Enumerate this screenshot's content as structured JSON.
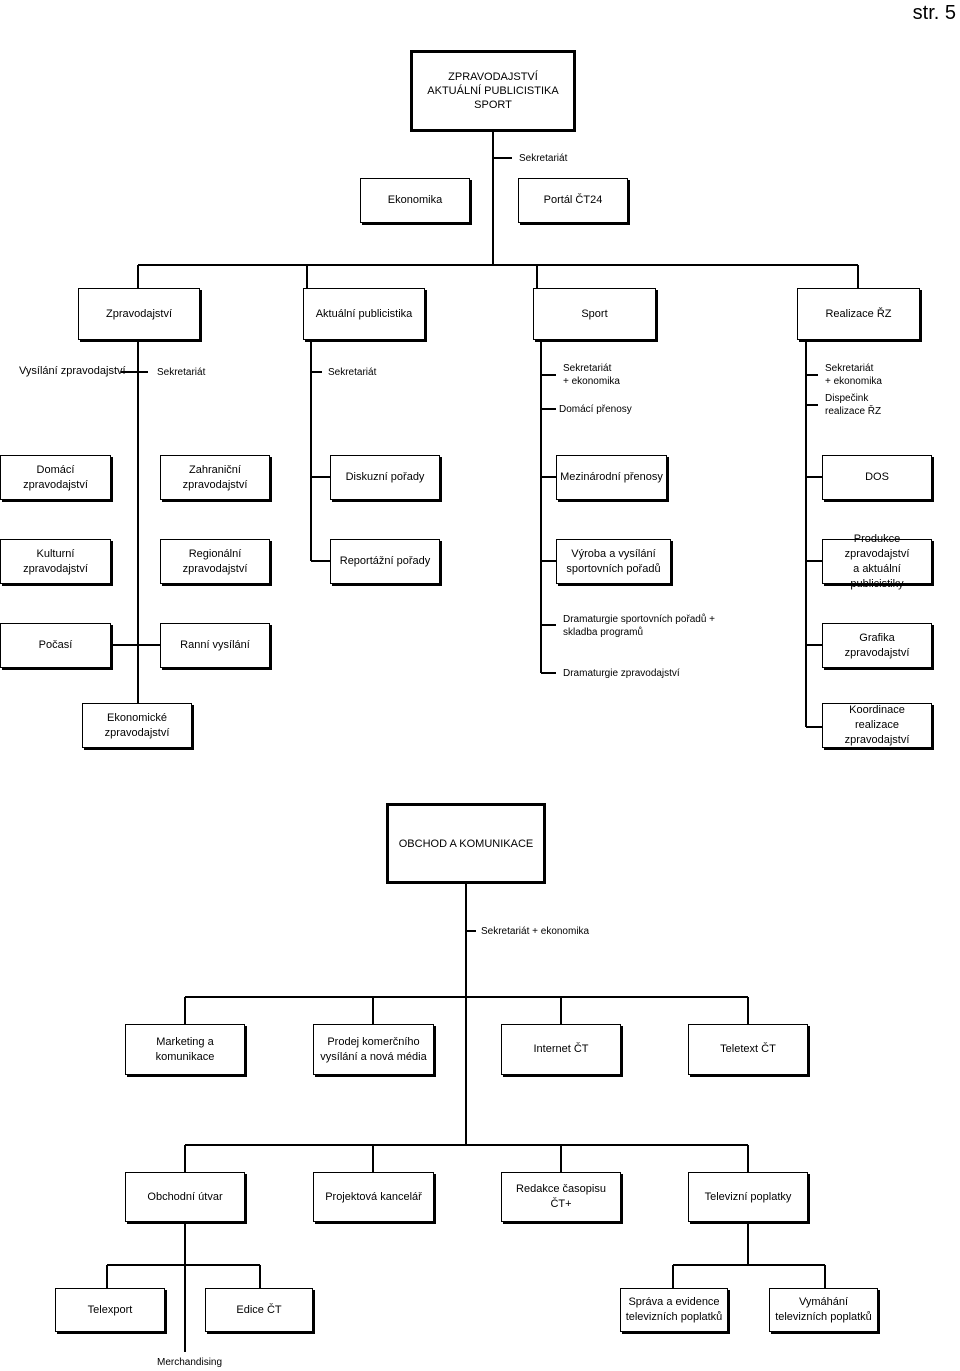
{
  "page_number": "str. 5",
  "chart1": {
    "top": "ZPRAVODAJSTVÍ\nAKTUÁLNÍ PUBLICISTIKA\nSPORT",
    "sekretariat": "Sekretariát",
    "ekonomika": "Ekonomika",
    "portal": "Portál ČT24",
    "zpravodajstvi": {
      "title": "Zpravodajství",
      "vysilani": "Vysílání zpravodajství",
      "sekretariat": "Sekretariát",
      "domaci": "Domácí\nzpravodajství",
      "zahranicni": "Zahraniční\nzpravodajství",
      "kulturni": "Kulturní\nzpravodajství",
      "regionalni": "Regionální\nzpravodajství",
      "pocasi": "Počasí",
      "ranni": "Ranní vysílání",
      "ekonomicke": "Ekonomické\nzpravodajství"
    },
    "publicistika": {
      "title": "Aktuální publicistika",
      "sekretariat": "Sekretariát",
      "diskuzni": "Diskuzní pořady",
      "reportazni": "Reportážní pořady"
    },
    "sport": {
      "title": "Sport",
      "sekretariat": "Sekretariát\n+ ekonomika",
      "domaci_prenosy": "Domácí přenosy",
      "mezinarodni": "Mezinárodní přenosy",
      "vyroba": "Výroba a vysílání\nsportovních pořadů",
      "dramaturgie_sport": "Dramaturgie sportovních pořadů +\nskladba programů",
      "dramaturgie_zprav": "Dramaturgie zpravodajství"
    },
    "realizace": {
      "title": "Realizace ŘZ",
      "sekretariat": "Sekretariát\n+ ekonomika",
      "dispecink": "Dispečink\nrealizace ŘZ",
      "dos": "DOS",
      "produkce": "Produkce zpravodajství\na aktuální publicistiky",
      "grafika": "Grafika zpravodajství",
      "koordinace": "Koordinace realizace\nzpravodajství"
    }
  },
  "chart2": {
    "top": "OBCHOD A KOMUNIKACE",
    "sekretariat": "Sekretariát + ekonomika",
    "marketing": "Marketing a  komunikace",
    "prodej": "Prodej komerčního\nvysílání a nová média",
    "internet": "Internet ČT",
    "teletext": "Teletext ČT",
    "obchodni": "Obchodní útvar",
    "projektova": "Projektová kancelář",
    "redakce": "Redakce časopisu ČT+",
    "poplatky": "Televizní poplatky",
    "telexport": "Telexport",
    "edice": "Edice ČT",
    "sprava": "Správa a  evidence\ntelevizních poplatků",
    "vymahani": "Vymáhání\ntelevizních poplatků",
    "merchandising": "Merchandising"
  }
}
